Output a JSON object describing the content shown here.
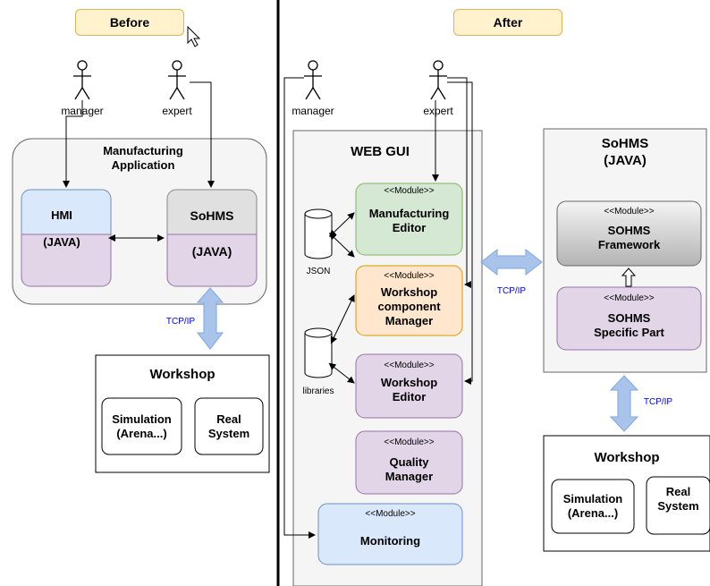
{
  "left": {
    "heading": "Before",
    "actors": {
      "manager": "manager",
      "expert": "expert"
    },
    "app": {
      "title_line1": "Manufacturing",
      "title_line2": "Application",
      "hmi": {
        "name": "HMI",
        "lang": "(JAVA)"
      },
      "sohms": {
        "name": "SoHMS",
        "lang": "(JAVA)"
      }
    },
    "tcp_label": "TCP/IP",
    "workshop": {
      "title": "Workshop",
      "simulation_line1": "Simulation",
      "simulation_line2": "(Arena...)",
      "real_line1": "Real",
      "real_line2": "System"
    }
  },
  "right": {
    "heading": "After",
    "actors": {
      "manager": "manager",
      "expert": "expert"
    },
    "webgui": {
      "title": "WEB GUI",
      "json_label": "JSON",
      "libraries_label": "libraries",
      "modules": [
        {
          "stereo": "<<Module>>",
          "line1": "Manufacturing",
          "line2": "Editor",
          "line3": ""
        },
        {
          "stereo": "<<Module>>",
          "line1": "Workshop",
          "line2": "component",
          "line3": "Manager"
        },
        {
          "stereo": "<<Module>>",
          "line1": "Workshop",
          "line2": "Editor",
          "line3": ""
        },
        {
          "stereo": "<<Module>>",
          "line1": "Quality",
          "line2": "Manager",
          "line3": ""
        },
        {
          "stereo": "<<Module>>",
          "line1": "Monitoring",
          "line2": "",
          "line3": ""
        }
      ]
    },
    "tcp_label_mid": "TCP/IP",
    "sohms": {
      "title_line1": "SoHMS",
      "title_line2": "(JAVA)",
      "framework": {
        "stereo": "<<Module>>",
        "line1": "SOHMS",
        "line2": "Framework"
      },
      "specific": {
        "stereo": "<<Module>>",
        "line1": "SOHMS",
        "line2": "Specific Part"
      }
    },
    "tcp_label_right": "TCP/IP",
    "workshop": {
      "title": "Workshop",
      "simulation_line1": "Simulation",
      "simulation_line2": "(Arena...)",
      "real_line1": "Real",
      "real_line2": "System"
    }
  },
  "colors": {
    "title_fill": "#fff2cc",
    "purple_fill": "#e1d5e7",
    "purple_stroke": "#9673a6",
    "blue_fill": "#dae8fc",
    "blue_stroke": "#6c8ebf",
    "green_fill": "#d5e8d4",
    "green_stroke": "#82b366",
    "orange_fill": "#ffe6cc",
    "orange_stroke": "#d79b00",
    "tcp_label": "#0000ff"
  }
}
